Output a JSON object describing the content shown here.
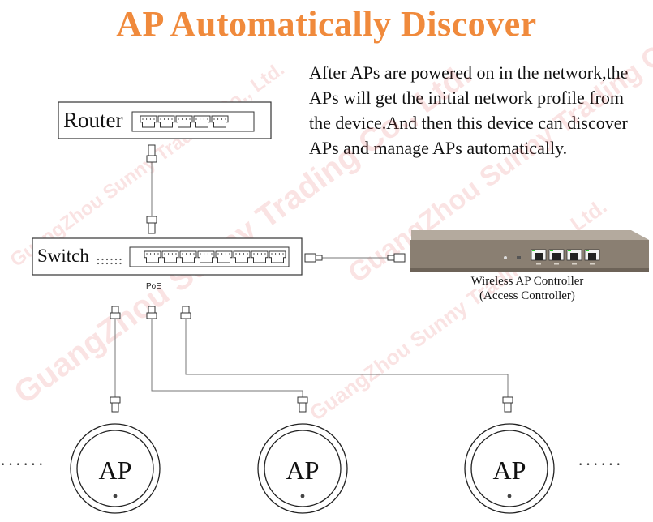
{
  "title": "AP Automatically Discover",
  "description": "After APs are powered on in the network,the APs will get the initial network profile from the device.And then this device can discover APs and manage APs automatically.",
  "devices": {
    "router": {
      "label": "Router",
      "ports": 5
    },
    "switch": {
      "label": "Switch",
      "ports": 8,
      "port_label": "PoE"
    },
    "controller": {
      "name": "Wireless AP Controller",
      "subtitle": "(Access Controller)",
      "ports": 4
    }
  },
  "access_points": [
    {
      "label": "AP"
    },
    {
      "label": "AP"
    },
    {
      "label": "AP"
    }
  ],
  "ellipsis_left": "······",
  "ellipsis_right": "······",
  "watermarks": [
    "GuangZhou Sunny Trading Co., Ltd.",
    "GuangZhou Sunny Trading Co., Ltd.",
    "GuangZhou Sunny Trading Co., Ltd.",
    "GuangZhou Sunny Trading Co., Ltd."
  ],
  "colors": {
    "title": "#f08a3c",
    "watermark": "#e05050",
    "controller_body": "#8a7f72",
    "controller_port_led": "#33cc33"
  }
}
